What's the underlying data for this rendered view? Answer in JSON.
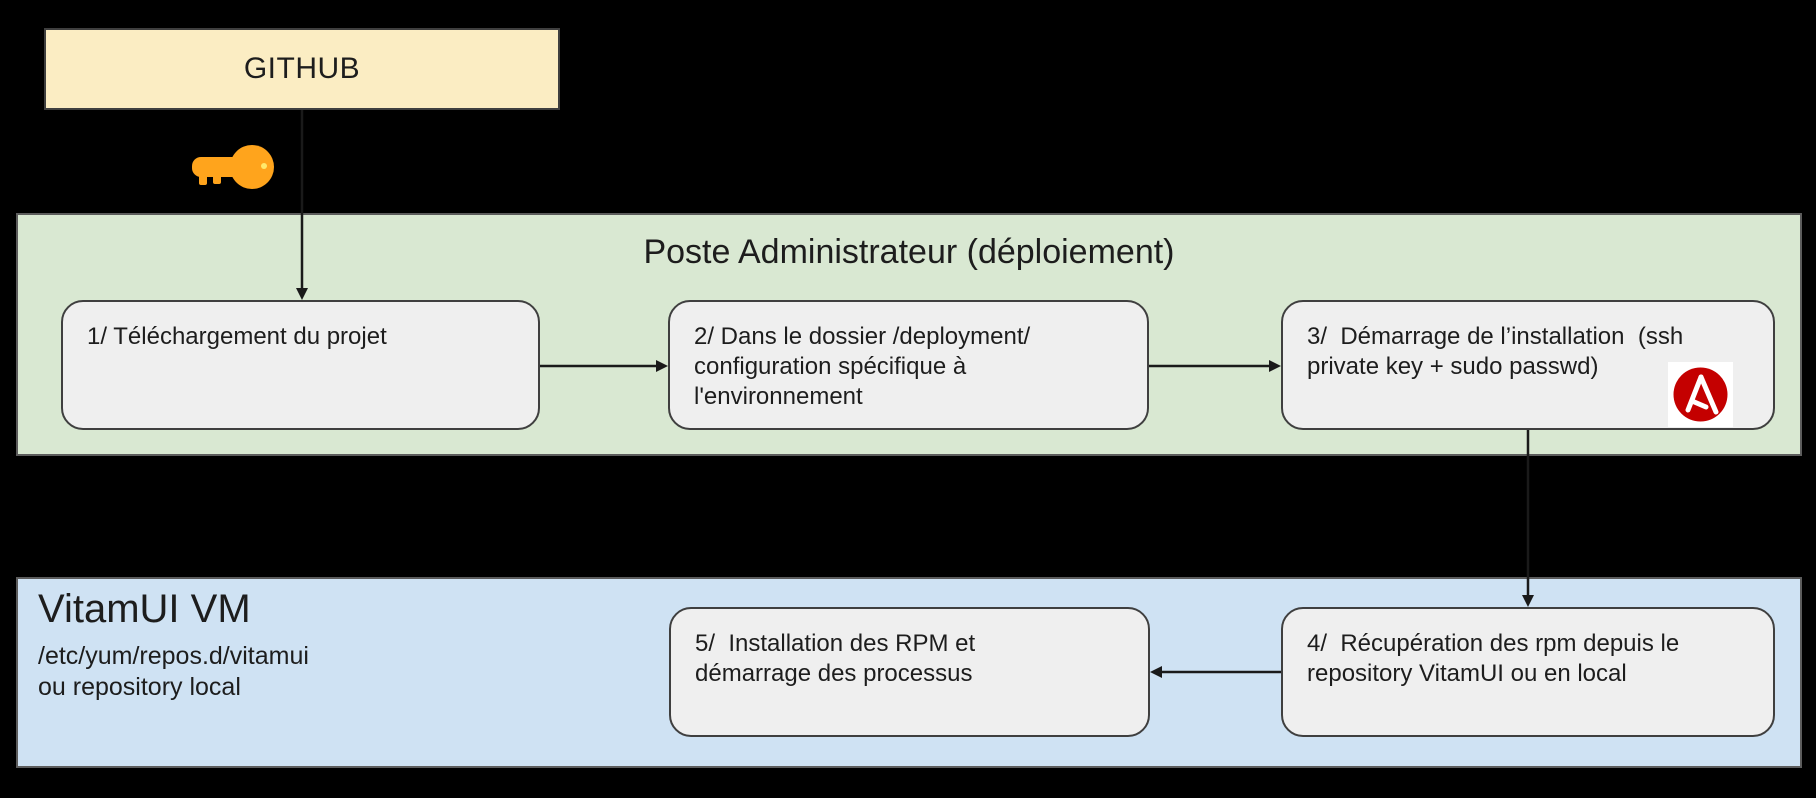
{
  "colors": {
    "background": "#000000",
    "github_fill": "#fbedc3",
    "green_band": "#d9e8d2",
    "blue_band": "#cfe2f3",
    "box_fill": "#efefef",
    "box_border": "#3f3f3f",
    "arrow": "#1a1a1a",
    "key_orange": "#ffa41c",
    "key_hole": "#ffe96b",
    "ansible_red": "#c40000"
  },
  "github": {
    "label": "GITHUB"
  },
  "admin_zone": {
    "title": "Poste Administrateur (déploiement)",
    "step1": {
      "text": "1/ Téléchargement du projet"
    },
    "step2": {
      "text": "2/ Dans le dossier /deployment/\nconfiguration spécifique à\nl'environnement"
    },
    "step3": {
      "text": "3/  Démarrage de l’installation  (ssh\nprivate key + sudo passwd)"
    }
  },
  "vm_zone": {
    "title": "VitamUI VM",
    "subtitle": "/etc/yum/repos.d/vitamui\nou repository local",
    "step4": {
      "text": "4/  Récupération des rpm depuis le\nrepository VitamUI ou en local"
    },
    "step5": {
      "text": "5/  Installation des RPM et\ndémarrage des processus"
    }
  },
  "icons": {
    "key": "key-icon",
    "ansible": "ansible-logo-icon"
  }
}
